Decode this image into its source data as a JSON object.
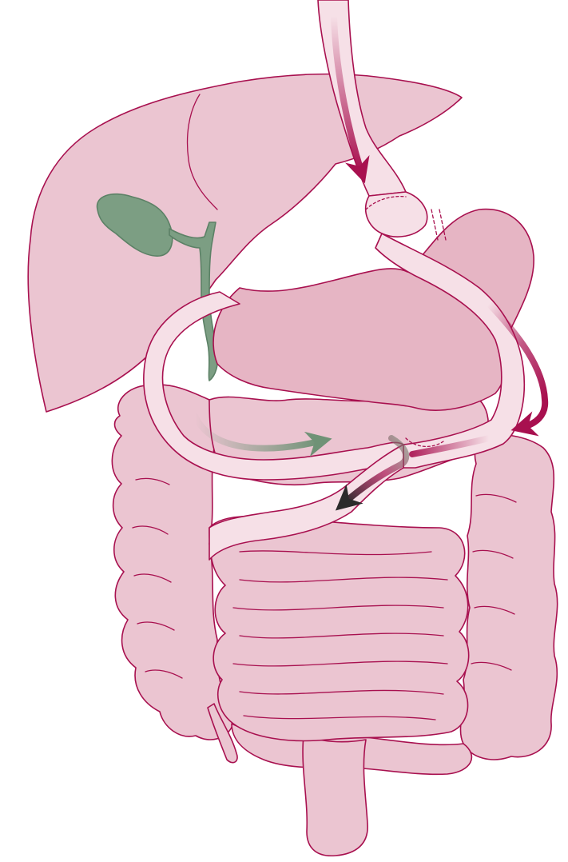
{
  "colors": {
    "background": "#ffffff",
    "outline": "#a8104f",
    "organ_fill": "#ebc5d1",
    "light_fill": "#f6e0e7",
    "mid_fill": "#e6b5c4",
    "biliary_green": "#7c9e83",
    "biliary_outline": "#5c8166",
    "food_arrow": "#a8104f",
    "bile_arrow": "#6f9276",
    "mixed_arrow": "#2b2b2b"
  },
  "structures": [
    {
      "key": "esophagus",
      "icon": "esophagus-shape"
    },
    {
      "key": "liver",
      "icon": "liver-shape"
    },
    {
      "key": "gallbladder",
      "icon": "gallbladder-shape"
    },
    {
      "key": "bile-duct",
      "icon": "bile-duct-shape"
    },
    {
      "key": "gastric-pouch",
      "icon": "stomach-pouch-shape"
    },
    {
      "key": "remnant-stomach",
      "icon": "stomach-remnant-shape"
    },
    {
      "key": "roux-limb",
      "icon": "intestinal-limb-shape"
    },
    {
      "key": "biliopancreatic-limb",
      "icon": "intestinal-limb-shape"
    },
    {
      "key": "common-channel",
      "icon": "intestinal-limb-shape"
    },
    {
      "key": "large-intestine",
      "icon": "colon-shape"
    },
    {
      "key": "small-intestine",
      "icon": "small-bowel-shape"
    },
    {
      "key": "rectum",
      "icon": "rectum-shape"
    },
    {
      "key": "appendix",
      "icon": "appendix-shape"
    }
  ],
  "flow_arrows": [
    {
      "key": "food-arrow-esophagus",
      "color": "#a8104f"
    },
    {
      "key": "food-arrow-limb",
      "color": "#a8104f"
    },
    {
      "key": "bile-arrow",
      "color": "#6f9276"
    },
    {
      "key": "mixed-arrow",
      "color": "#2b2b2b"
    }
  ]
}
